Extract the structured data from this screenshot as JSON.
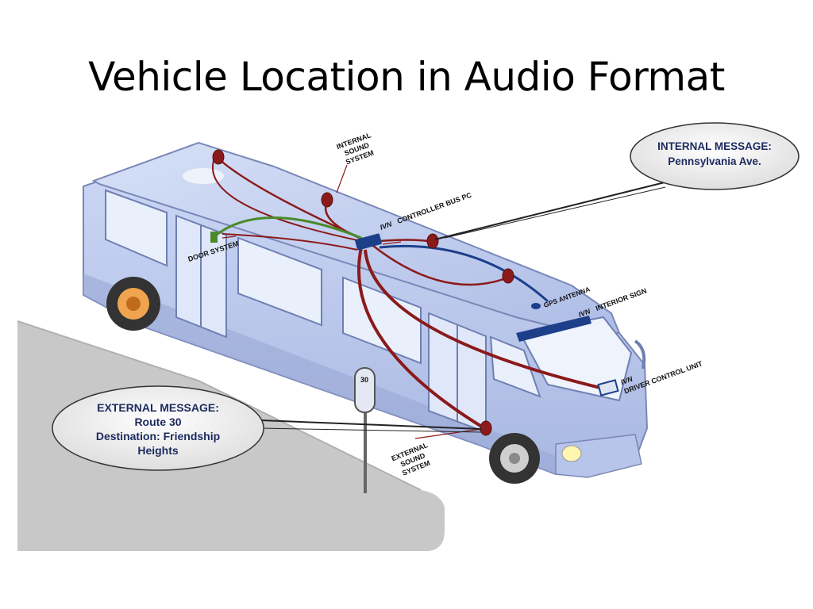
{
  "title": "Vehicle Location in Audio Format",
  "labels": {
    "internal_sound": [
      "INTERNAL",
      "SOUND",
      "SYSTEM"
    ],
    "controller_bus_pc": "CONTROLLER BUS PC",
    "door_system": "DOOR SYSTEM",
    "gps_antenna": "GPS ANTENNA",
    "interior_sign": "INTERIOR SIGN",
    "driver_control_unit": "DRIVER CONTROL UNIT",
    "external_sound": [
      "EXTERNAL",
      "SOUND",
      "SYSTEM"
    ],
    "stop_sign_number": "30",
    "brand": "IVN"
  },
  "internal_message": {
    "heading": "INTERNAL MESSAGE:",
    "text": "Pennsylvania Ave."
  },
  "external_message": {
    "heading": "EXTERNAL MESSAGE:",
    "lines": [
      "Route 30",
      "Destination: Friendship",
      "Heights"
    ]
  },
  "colors": {
    "bus_body": "#c7d3f2",
    "bus_roof": "#b7c6ec",
    "cable_red": "#8b1a1a",
    "cable_green": "#4a8a2a",
    "cable_blue": "#1d3f8a",
    "road": "#c8c8c8",
    "callout_text": "#1c2a5e"
  }
}
